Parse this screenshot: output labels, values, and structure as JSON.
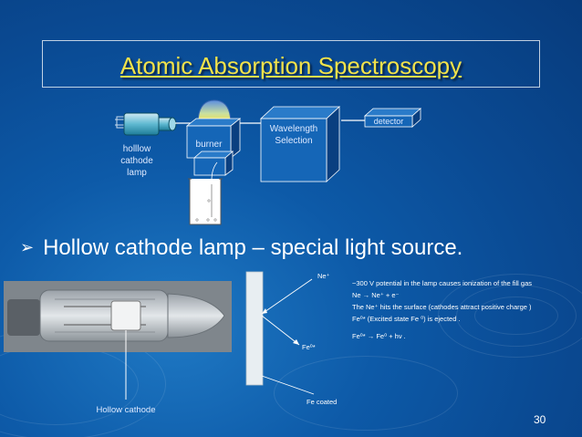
{
  "slide": {
    "title": "Atomic Absorption Spectroscopy",
    "page_number": "30"
  },
  "diagram": {
    "lamp_label_lines": [
      "holllow",
      "cathode",
      "lamp"
    ],
    "burner_label": "burner",
    "wavelength_label_lines": [
      "Wavelength",
      "Selection"
    ],
    "detector_label": "detector"
  },
  "bullet": {
    "symbol": "➢",
    "text": "Hollow cathode lamp – special light source."
  },
  "lamp_diagram": {
    "ne_label": "Ne⁺",
    "fe_label": "Fe⁰*",
    "fe_coated_label": "Fe coated",
    "notes": [
      "~300 V potential in    the lamp causes ionization      of the fill  gas",
      "Ne  →  Ne⁺  + e⁻",
      "The  Ne⁺  hits the surface    (cathodes attract    positive  charge )",
      "Fe⁰* (Excited state    Fe ⁰) is ejected  .",
      "Fe⁰* →  Fe⁰  + hν ."
    ]
  },
  "photo": {
    "caption": "Hollow cathode"
  },
  "colors": {
    "title": "#f2e24a",
    "background": "#0a4a93",
    "box_face": "#1566b7",
    "box_side": "#0a3f80"
  }
}
